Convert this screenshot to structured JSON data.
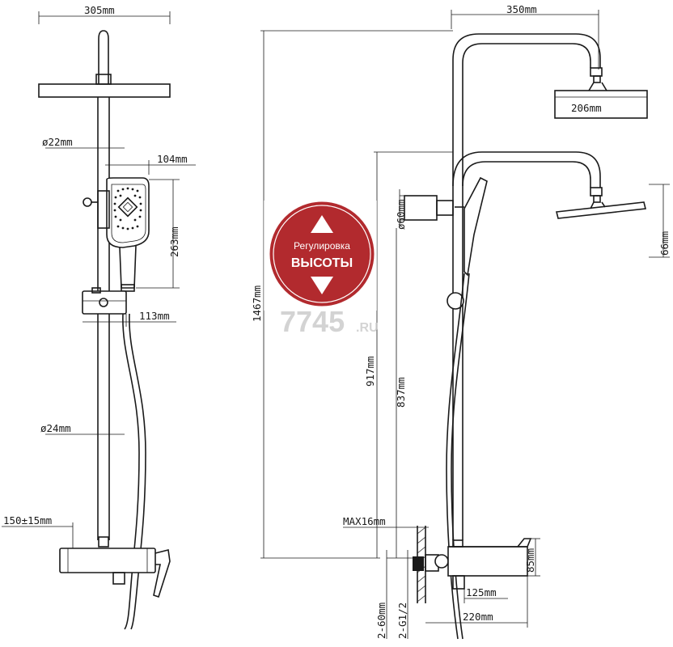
{
  "dimensions": {
    "top_width": "305mm",
    "pipe_dia_top": "ø22mm",
    "handshower_width": "104mm",
    "handshower_height": "263mm",
    "holder_width": "113mm",
    "pipe_dia_bottom": "ø24mm",
    "inlet_spacing": "150±15mm",
    "arm_reach": "350mm",
    "head_diameter": "206mm",
    "holder_dia": "ø60mm",
    "head_thickness": "66mm",
    "total_height": "1467mm",
    "height_917": "917mm",
    "height_837": "837mm",
    "max_wall": "MAX16mm",
    "mixer_height": "85mm",
    "spout_length": "125mm",
    "mixer_depth": "220mm",
    "connector_range": "2-60mm",
    "thread": "2-G1/2"
  },
  "badge": {
    "line1": "Регулировка",
    "line2": "ВЫСОТЫ",
    "color": "#b22a2e"
  },
  "watermark": {
    "text": "7745",
    "suffix": ".RU"
  }
}
